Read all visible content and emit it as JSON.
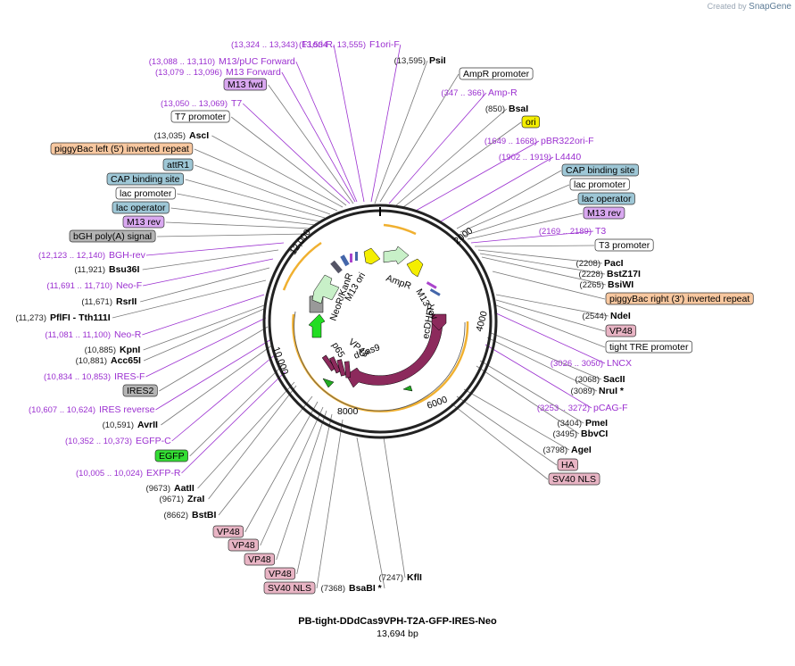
{
  "brand": {
    "created_by": "Created by",
    "name": "SnapGene"
  },
  "plasmid": {
    "name": "PB-tight-DDdCas9VPH-T2A-GFP-IRES-Neo",
    "size": "13,694 bp"
  },
  "ticks": [
    "2000",
    "4000",
    "6000",
    "8000",
    "10,000",
    "12,000"
  ],
  "inner_labels": [
    "NeoR/KanR",
    "M13 ori",
    "AmpR",
    "M13 rev",
    "ecDHFR",
    "VP48",
    "p65",
    "dCas9"
  ],
  "labels": [
    {
      "id": "f1ori_r",
      "text": "F1ori-R",
      "pos": "(13,324 .. 13,343)",
      "style": "primer"
    },
    {
      "id": "f1ori_f",
      "text": "F1ori-F",
      "pos": "(13,534 .. 13,555)",
      "style": "primer"
    },
    {
      "id": "psii",
      "text": "PsiI",
      "pos": "(13,595)",
      "style": "enzyme"
    },
    {
      "id": "m13puc",
      "text": "M13/pUC Forward",
      "pos": "(13,088 .. 13,110)",
      "style": "primer"
    },
    {
      "id": "m13fwdp",
      "text": "M13 Forward",
      "pos": "(13,079 .. 13,096)",
      "style": "primer"
    },
    {
      "id": "amprprom",
      "text": "AmpR promoter",
      "style": "box-white"
    },
    {
      "id": "ampr",
      "text": "Amp-R",
      "pos": "(347 .. 366)",
      "style": "primer"
    },
    {
      "id": "m13fwd",
      "text": "M13 fwd",
      "style": "box-purple"
    },
    {
      "id": "t7",
      "text": "T7",
      "pos": "(13,050 .. 13,069)",
      "style": "primer"
    },
    {
      "id": "bsai",
      "text": "BsaI",
      "pos": "(850)",
      "style": "enzyme"
    },
    {
      "id": "t7prom",
      "text": "T7 promoter",
      "style": "box-white"
    },
    {
      "id": "ori",
      "text": "ori",
      "style": "box-yellow"
    },
    {
      "id": "asci",
      "text": "AscI",
      "pos": "(13,035)",
      "style": "enzyme"
    },
    {
      "id": "pbr",
      "text": "pBR322ori-F",
      "pos": "(1649 .. 1668)",
      "style": "primer"
    },
    {
      "id": "pbleft",
      "text": "piggyBac left (5') inverted repeat",
      "style": "box-orange"
    },
    {
      "id": "l4440",
      "text": "L4440",
      "pos": "(1902 .. 1919)",
      "style": "primer"
    },
    {
      "id": "attr1",
      "text": "attR1",
      "style": "box-blue"
    },
    {
      "id": "capr",
      "text": "CAP binding site",
      "style": "box-blue"
    },
    {
      "id": "capl",
      "text": "CAP binding site",
      "style": "box-blue"
    },
    {
      "id": "lacpr",
      "text": "lac promoter",
      "style": "box-white"
    },
    {
      "id": "lacpl",
      "text": "lac promoter",
      "style": "box-white"
    },
    {
      "id": "lacor",
      "text": "lac operator",
      "style": "box-blue"
    },
    {
      "id": "lacol",
      "text": "lac operator",
      "style": "box-blue"
    },
    {
      "id": "m13revr",
      "text": "M13 rev",
      "style": "box-purple"
    },
    {
      "id": "m13revl",
      "text": "M13 rev",
      "style": "box-purple"
    },
    {
      "id": "t3",
      "text": "T3",
      "pos": "(2169 .. 2189)",
      "style": "primer"
    },
    {
      "id": "bgh",
      "text": "bGH poly(A) signal",
      "style": "box-gray"
    },
    {
      "id": "t3prom",
      "text": "T3 promoter",
      "style": "box-white"
    },
    {
      "id": "bghrev",
      "text": "BGH-rev",
      "pos": "(12,123 .. 12,140)",
      "style": "primer"
    },
    {
      "id": "paci",
      "text": "PacI",
      "pos": "(2208)",
      "style": "enzyme"
    },
    {
      "id": "bsu36i",
      "text": "Bsu36I",
      "pos": "(11,921)",
      "style": "enzyme"
    },
    {
      "id": "bstz17i",
      "text": "BstZ17I",
      "pos": "(2228)",
      "style": "enzyme"
    },
    {
      "id": "bsiwi",
      "text": "BsiWI",
      "pos": "(2265)",
      "style": "enzyme"
    },
    {
      "id": "neof",
      "text": "Neo-F",
      "pos": "(11,691 .. 11,710)",
      "style": "primer"
    },
    {
      "id": "pbright",
      "text": "piggyBac right (3') inverted repeat",
      "style": "box-orange"
    },
    {
      "id": "rsrii",
      "text": "RsrII",
      "pos": "(11,671)",
      "style": "enzyme"
    },
    {
      "id": "ndei",
      "text": "NdeI",
      "pos": "(2544)",
      "style": "enzyme"
    },
    {
      "id": "pflfi",
      "text": "PflFI - Tth111I",
      "pos": "(11,273)",
      "style": "enzyme"
    },
    {
      "id": "vp48r",
      "text": "VP48",
      "style": "box-pink"
    },
    {
      "id": "neor",
      "text": "Neo-R",
      "pos": "(11,081 .. 11,100)",
      "style": "primer"
    },
    {
      "id": "tightp",
      "text": "tight TRE promoter",
      "style": "box-white"
    },
    {
      "id": "kpni",
      "text": "KpnI",
      "pos": "(10,885)",
      "style": "enzyme"
    },
    {
      "id": "acc65i",
      "text": "Acc65I",
      "pos": "(10,881)",
      "style": "enzyme"
    },
    {
      "id": "lncx",
      "text": "LNCX",
      "pos": "(3026 .. 3050)",
      "style": "primer"
    },
    {
      "id": "iresf",
      "text": "IRES-F",
      "pos": "(10,834 .. 10,853)",
      "style": "primer"
    },
    {
      "id": "sacii",
      "text": "SacII",
      "pos": "(3068)",
      "style": "enzyme"
    },
    {
      "id": "nrui",
      "text": "NruI *",
      "pos": "(3089)",
      "style": "enzyme"
    },
    {
      "id": "ires2",
      "text": "IRES2",
      "style": "box-gray"
    },
    {
      "id": "pcagf",
      "text": "pCAG-F",
      "pos": "(3253 .. 3272)",
      "style": "primer"
    },
    {
      "id": "iresrev",
      "text": "IRES reverse",
      "pos": "(10,607 .. 10,624)",
      "style": "primer"
    },
    {
      "id": "pmei",
      "text": "PmeI",
      "pos": "(3404)",
      "style": "enzyme"
    },
    {
      "id": "avrii",
      "text": "AvrII",
      "pos": "(10,591)",
      "style": "enzyme"
    },
    {
      "id": "bbvci",
      "text": "BbvCI",
      "pos": "(3495)",
      "style": "enzyme"
    },
    {
      "id": "egfpc",
      "text": "EGFP-C",
      "pos": "(10,352 .. 10,373)",
      "style": "primer"
    },
    {
      "id": "agei",
      "text": "AgeI",
      "pos": "(3798)",
      "style": "enzyme"
    },
    {
      "id": "egfp",
      "text": "EGFP",
      "style": "box-green"
    },
    {
      "id": "ha",
      "text": "HA",
      "style": "box-pink"
    },
    {
      "id": "exfpr",
      "text": "EXFP-R",
      "pos": "(10,005 .. 10,024)",
      "style": "primer"
    },
    {
      "id": "sv40r",
      "text": "SV40 NLS",
      "style": "box-pink"
    },
    {
      "id": "aatii",
      "text": "AatII",
      "pos": "(9673)",
      "style": "enzyme"
    },
    {
      "id": "zrai",
      "text": "ZraI",
      "pos": "(9671)",
      "style": "enzyme"
    },
    {
      "id": "bstbi",
      "text": "BstBI",
      "pos": "(8662)",
      "style": "enzyme"
    },
    {
      "id": "vp48a",
      "text": "VP48",
      "style": "box-pink"
    },
    {
      "id": "vp48b",
      "text": "VP48",
      "style": "box-pink"
    },
    {
      "id": "vp48c",
      "text": "VP48",
      "style": "box-pink"
    },
    {
      "id": "vp48d",
      "text": "VP48",
      "style": "box-pink"
    },
    {
      "id": "kfli",
      "text": "KflI",
      "pos": "(7247)",
      "style": "enzyme"
    },
    {
      "id": "sv40l",
      "text": "SV40 NLS",
      "style": "box-pink"
    },
    {
      "id": "bsabi",
      "text": "BsaBI *",
      "pos": "(7368)",
      "style": "enzyme"
    }
  ],
  "colors": {
    "primer": "#9b30d0",
    "box-white": "#ffffff",
    "box-blue": "#9ec7d6",
    "box-purple": "#d9a8f0",
    "box-yellow": "#f4ee00",
    "box-orange": "#f8c8a0",
    "box-gray": "#b4b4b4",
    "box-pink": "#e8b4c4",
    "box-green": "#33dd33",
    "dcas9": "#8c2a5c",
    "orange_arc": "#f0b030"
  }
}
